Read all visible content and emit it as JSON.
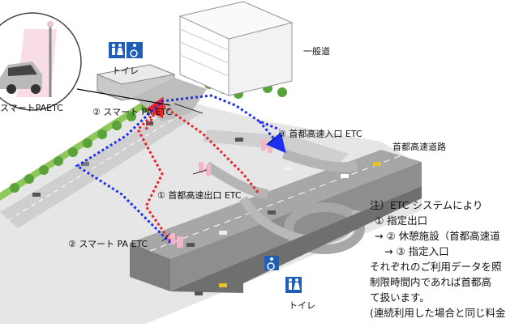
{
  "labels": {
    "inset_caption": "スマートPAETC",
    "toilet_top": "トイレ",
    "toilet_bottom": "トイレ",
    "general_road": "一般道",
    "shuto_expressway": "首都高速道路",
    "exit_etc": "① 首都高速出口 ETC",
    "entrance_etc": "③ 首都高速入口 ETC",
    "smart_pa_top": "② スマート PA ETC",
    "smart_pa_bottom": "② スマート PA ETC"
  },
  "note_lines": [
    "注）ETC システムにより",
    "① 指定出口",
    "→ ② 休憩施設（首都高速道",
    "→ ③ 指定入口",
    "それぞれのご利用データを照",
    "制限時間内であれば首都高",
    "て扱います。",
    "(連続利用した場合と同じ料金"
  ],
  "colors": {
    "exit_route": "#e8262c",
    "entry_route": "#1c2ff0",
    "overpass": "#9a9a9a",
    "ground": "#d9d9d9",
    "sign_blue": "#1f5fb8"
  },
  "icons": [
    "toilet-icon",
    "wheelchair-icon"
  ]
}
